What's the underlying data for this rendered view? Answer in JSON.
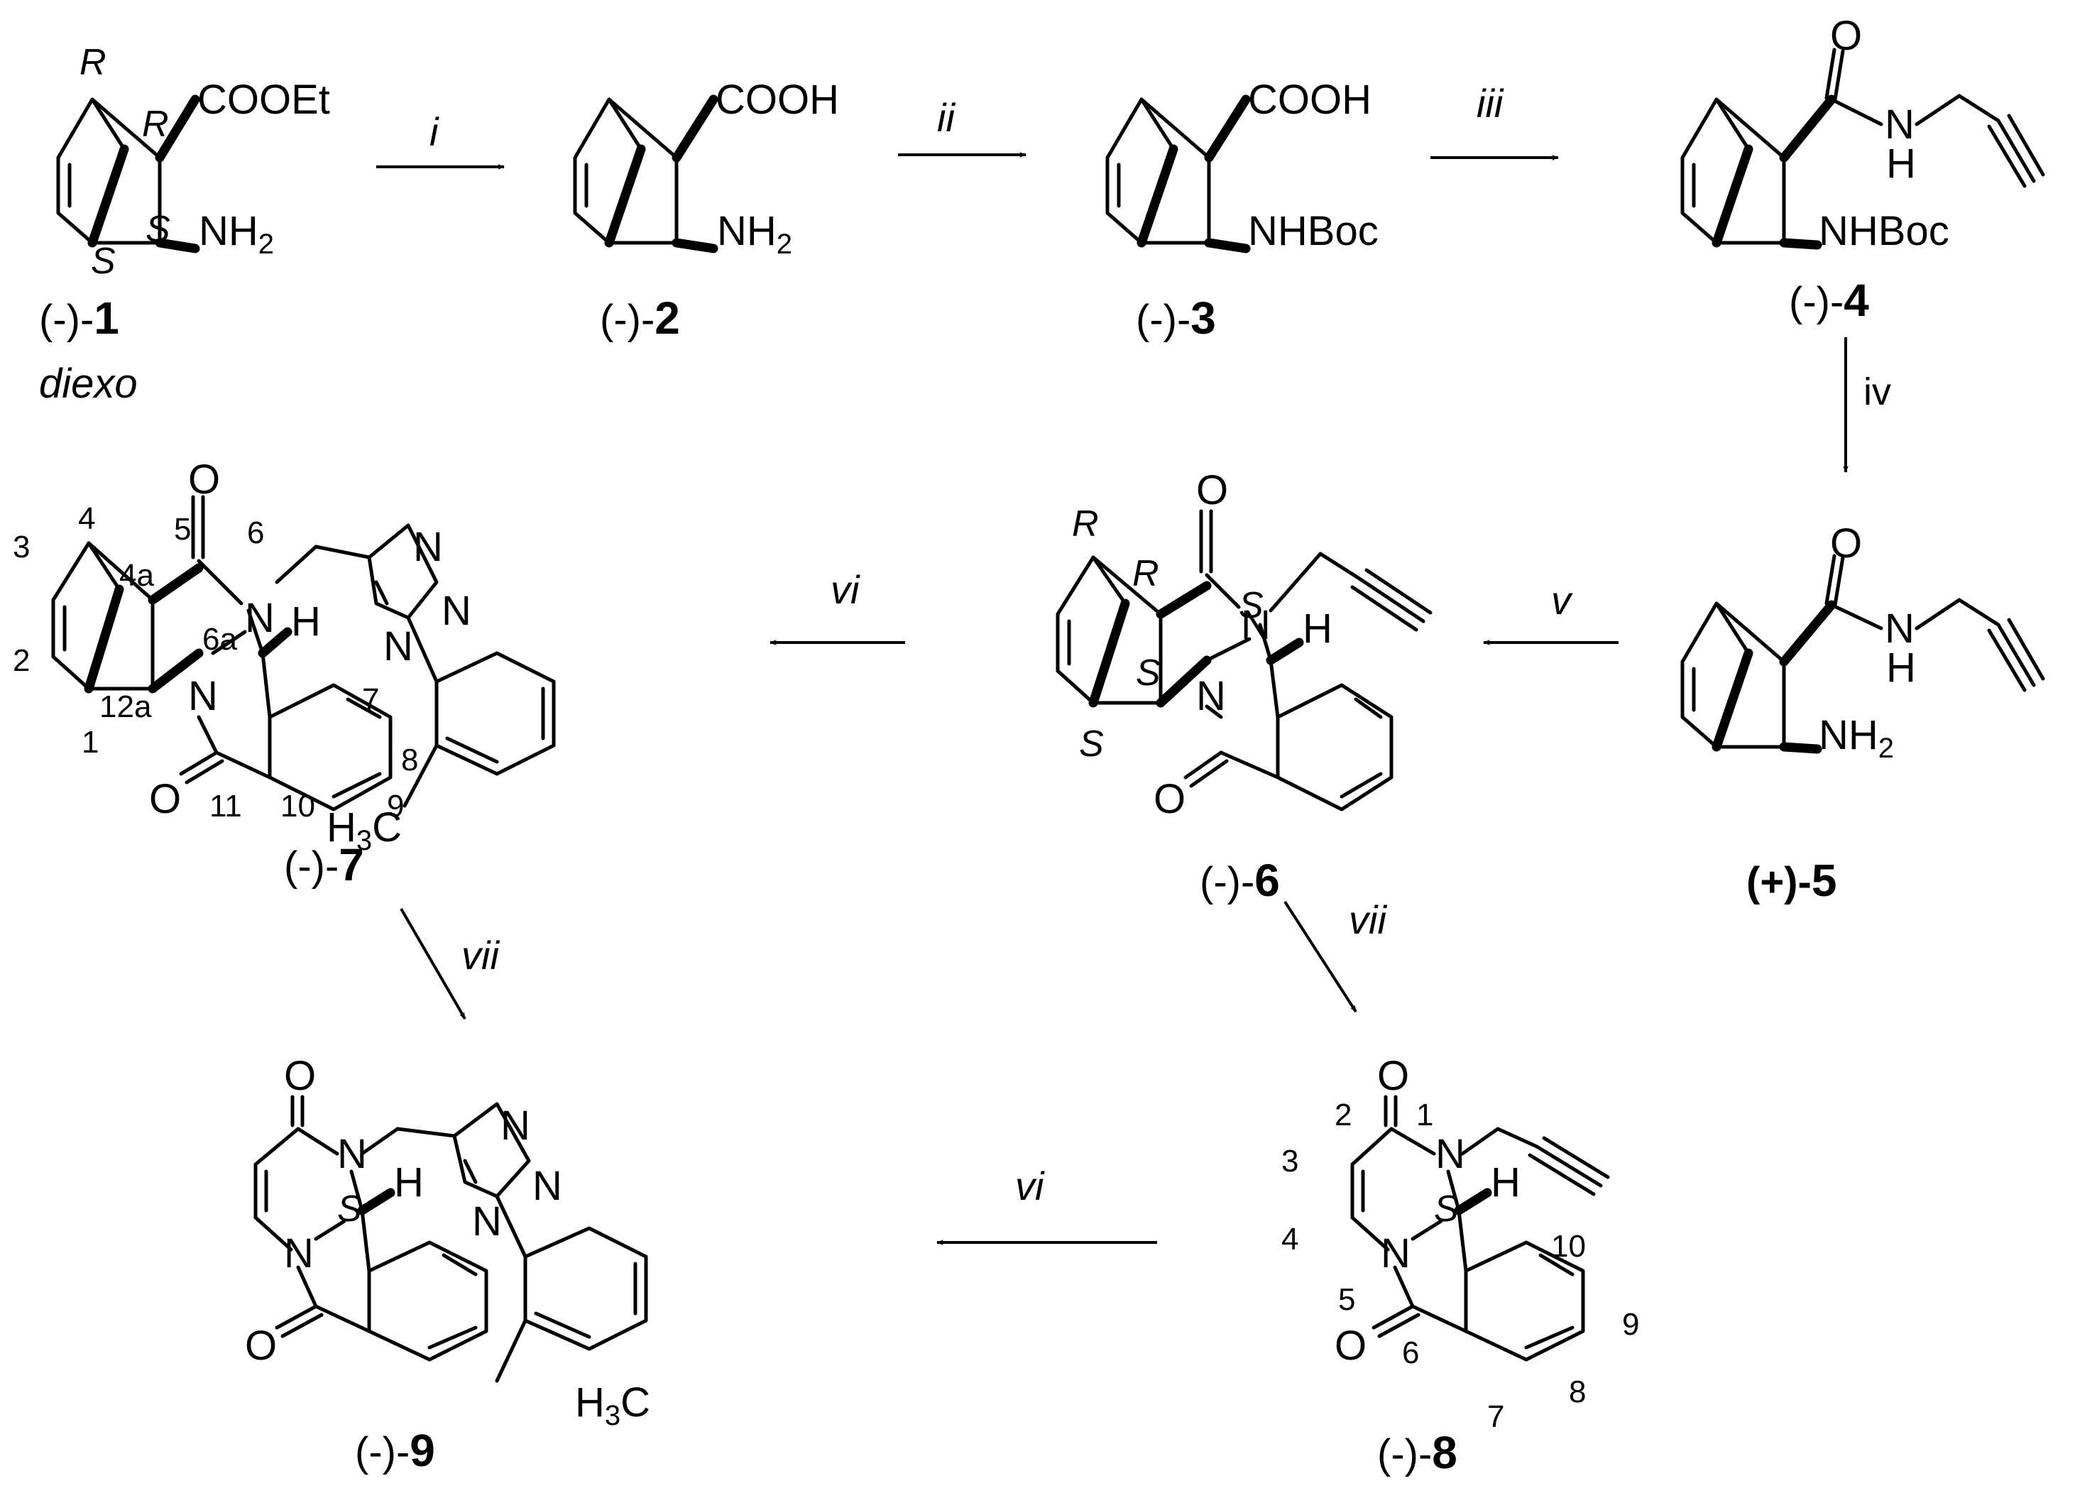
{
  "compounds": {
    "c1": {
      "sign": "(-)-",
      "num": "1",
      "note": "diexo",
      "groups": {
        "ester": "COOEt",
        "amine_main": "NH",
        "amine_sub": "2"
      },
      "stereo": [
        "R",
        "R",
        "S",
        "S"
      ]
    },
    "c2": {
      "sign": "(-)-",
      "num": "2",
      "groups": {
        "acid": "COOH",
        "amine_main": "NH",
        "amine_sub": "2"
      }
    },
    "c3": {
      "sign": "(-)-",
      "num": "3",
      "groups": {
        "acid": "COOH",
        "boc": "NHBoc"
      }
    },
    "c4": {
      "sign": "(-)-",
      "num": "4",
      "groups": {
        "o": "O",
        "n": "N",
        "h": "H",
        "boc": "NHBoc"
      }
    },
    "c5": {
      "sign": "(+)-",
      "num": "5",
      "groups": {
        "o": "O",
        "n": "N",
        "h": "H",
        "amine_main": "NH",
        "amine_sub": "2"
      }
    },
    "c6": {
      "sign": "(-)-",
      "num": "6",
      "groups": {
        "o1": "O",
        "o2": "O",
        "n1": "N",
        "n2": "N",
        "h": "H"
      },
      "stereo": [
        "R",
        "R",
        "S",
        "S",
        "S"
      ]
    },
    "c7": {
      "sign": "(-)-",
      "num": "7",
      "groups": {
        "o1": "O",
        "o2": "O",
        "n1": "N",
        "n2": "N",
        "h": "H",
        "tn1": "N",
        "tn2": "N",
        "tn3": "N",
        "methyl_h": "H",
        "methyl_sub": "3",
        "methyl_c": "C"
      },
      "numbering": [
        "4",
        "5",
        "6",
        "3",
        "4a",
        "6a",
        "7",
        "2",
        "12a",
        "1",
        "8",
        "11",
        "10",
        "9"
      ]
    },
    "c8": {
      "sign": "(-)-",
      "num": "8",
      "groups": {
        "o1": "O",
        "o2": "O",
        "n1": "N",
        "n2": "N",
        "h": "H"
      },
      "stereo": [
        "S"
      ],
      "numbering": [
        "2",
        "1",
        "3",
        "4",
        "10",
        "5",
        "9",
        "6",
        "7",
        "8"
      ]
    },
    "c9": {
      "sign": "(-)-",
      "num": "9",
      "groups": {
        "o1": "O",
        "o2": "O",
        "n1": "N",
        "n2": "N",
        "h": "H",
        "tn1": "N",
        "tn2": "N",
        "tn3": "N",
        "methyl_h": "H",
        "methyl_sub": "3",
        "methyl_c": "C"
      },
      "stereo": [
        "S"
      ]
    }
  },
  "reagents": {
    "r1": "i",
    "r2": "ii",
    "r3": "iii",
    "r4": "iv",
    "r5": "v",
    "r6": "vi",
    "r7": "vii",
    "r8": "vii",
    "r9": "vi"
  }
}
